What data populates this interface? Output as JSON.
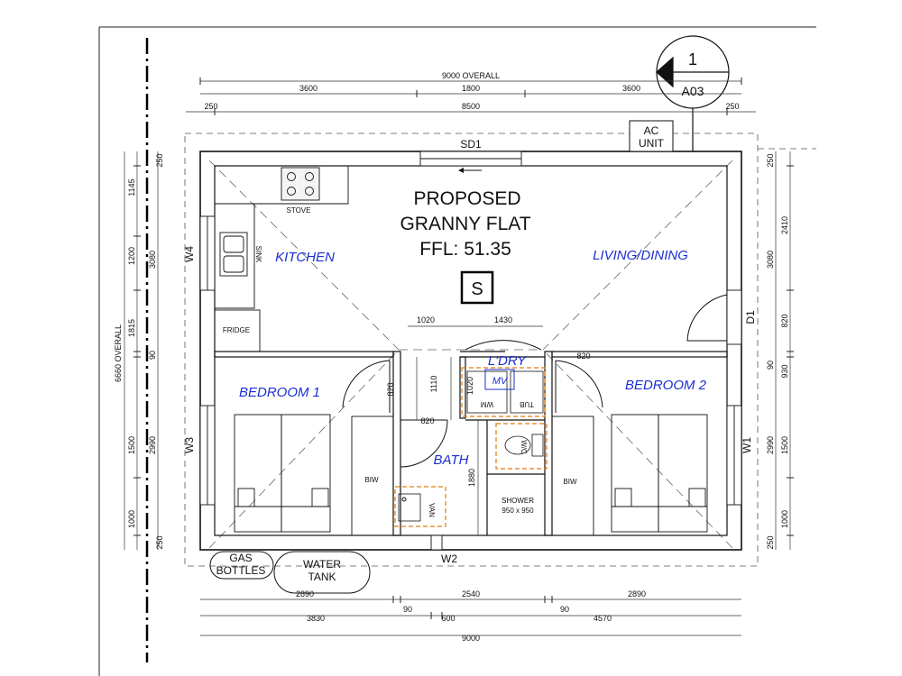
{
  "title": {
    "line1": "PROPOSED",
    "line2": "GRANNY FLAT",
    "line3": "FFL: 51.35"
  },
  "section_marker": {
    "number": "1",
    "sheet": "A03"
  },
  "symbol_s": "S",
  "rooms": {
    "kitchen": "KITCHEN",
    "living": "LIVING/DINING",
    "bedroom1": "BEDROOM 1",
    "bedroom2": "BEDROOM 2",
    "laundry": "L'DRY",
    "bath": "BATH"
  },
  "fixtures": {
    "stove": "STOVE",
    "sink": "SINK",
    "fridge": "FRIDGE",
    "mv": "MV",
    "wm": "WM",
    "tub": "TUB",
    "wc": "W/C",
    "van": "VAN",
    "biw_left": "BIW",
    "biw_right": "BIW",
    "shower": "SHOWER",
    "shower_size": "950 x 950"
  },
  "openings": {
    "sd1": "SD1",
    "w1": "W1",
    "w2": "W2",
    "w3": "W3",
    "w4": "W4",
    "d1": "D1"
  },
  "external": {
    "ac_line1": "AC",
    "ac_line2": "UNIT",
    "gas_line1": "GAS",
    "gas_line2": "BOTTLES",
    "tank_line1": "WATER",
    "tank_line2": "TANK"
  },
  "dims_top": {
    "overall": "9000 OVERALL",
    "d3600a": "3600",
    "d1800": "1800",
    "d3600b": "3600",
    "d250a": "250",
    "d8500": "8500",
    "d250b": "250"
  },
  "dims_left": {
    "overall": "6660 OVERALL",
    "d250a": "250",
    "d1145": "1145",
    "d1200": "1200",
    "d1815": "1815",
    "d3080": "3080",
    "d90": "90",
    "d1500": "1500",
    "d1000": "1000",
    "d2990": "2990",
    "d250b": "250"
  },
  "dims_right": {
    "d250a": "250",
    "d2410": "2410",
    "d3080": "3080",
    "d820": "820",
    "d90": "90",
    "d930": "930",
    "d2990": "2990",
    "d1500": "1500",
    "d1000": "1000",
    "d250b": "250"
  },
  "dims_bottom": {
    "d2890a": "2890",
    "d2540": "2540",
    "d2890b": "2890",
    "d90a": "90",
    "d90b": "90",
    "d3830": "3830",
    "d600": "600",
    "d4570": "4570",
    "overall": "9000"
  },
  "dims_interior": {
    "d1020": "1020",
    "d1430": "1430",
    "d820_bed1": "820",
    "d1110": "1110",
    "d1020v": "1020",
    "d820_bath": "820",
    "d820_bed2": "820",
    "d1880": "1880"
  }
}
